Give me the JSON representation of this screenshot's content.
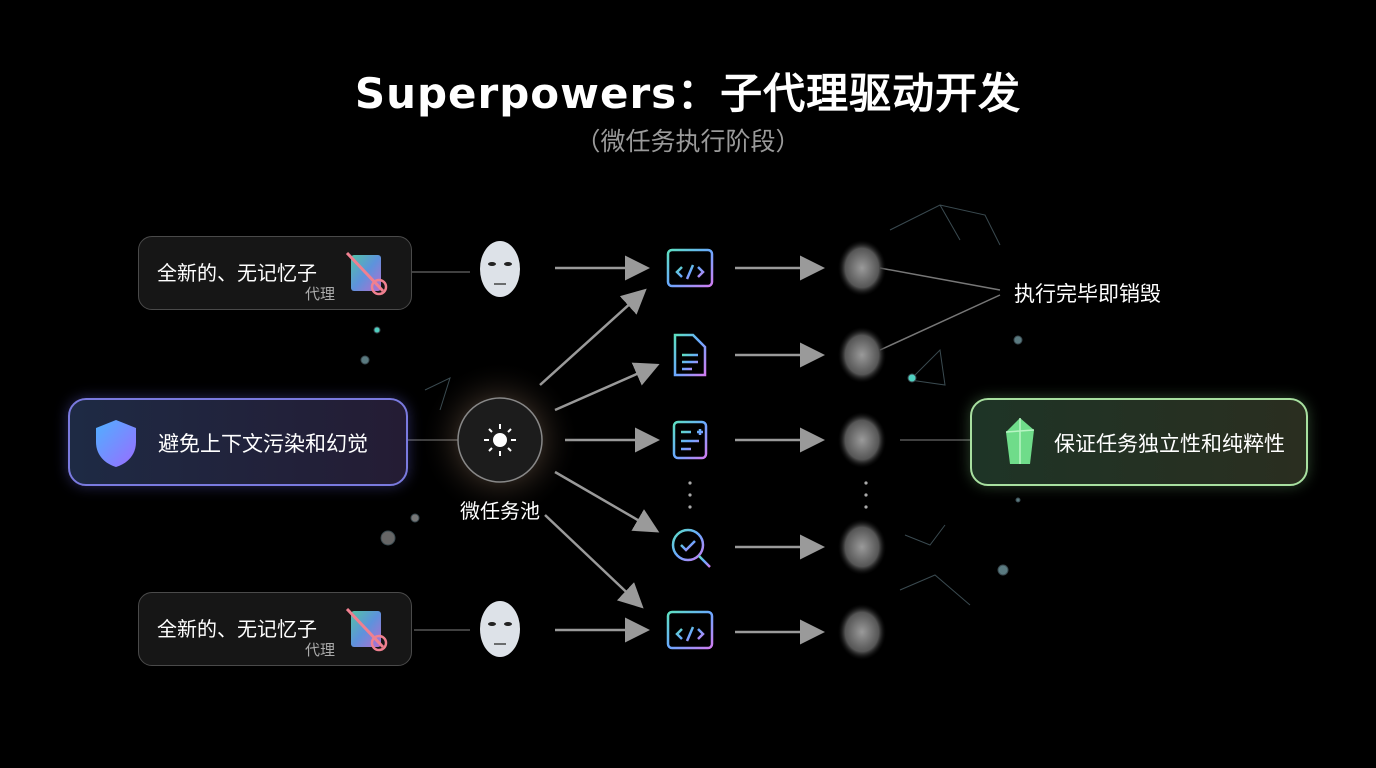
{
  "title": "Superpowers：子代理驱动开发",
  "subtitle": "（微任务执行阶段）",
  "agent_boxes": [
    {
      "line1": "全新的、无记忆子",
      "line2": "代理",
      "icon": "no-memory-file-icon"
    },
    {
      "line1": "全新的、无记忆子",
      "line2": "代理",
      "icon": "no-memory-file-icon"
    }
  ],
  "left_callout": {
    "text": "避免上下文污染和幻觉",
    "icon": "shield-icon"
  },
  "hub": {
    "label": "微任务池",
    "icon": "sparkle-icon"
  },
  "right_callout": {
    "text": "保证任务独立性和纯粹性",
    "icon": "crystal-icon"
  },
  "destroy_label": "执行完毕即销毁",
  "tasks": [
    "code-window-icon",
    "document-icon",
    "checklist-icon",
    "search-check-icon",
    "code-window-icon"
  ],
  "colors": {
    "accent_blue": "#4fa3ff",
    "accent_purple": "#c77dff",
    "accent_green": "#7be0a0"
  }
}
